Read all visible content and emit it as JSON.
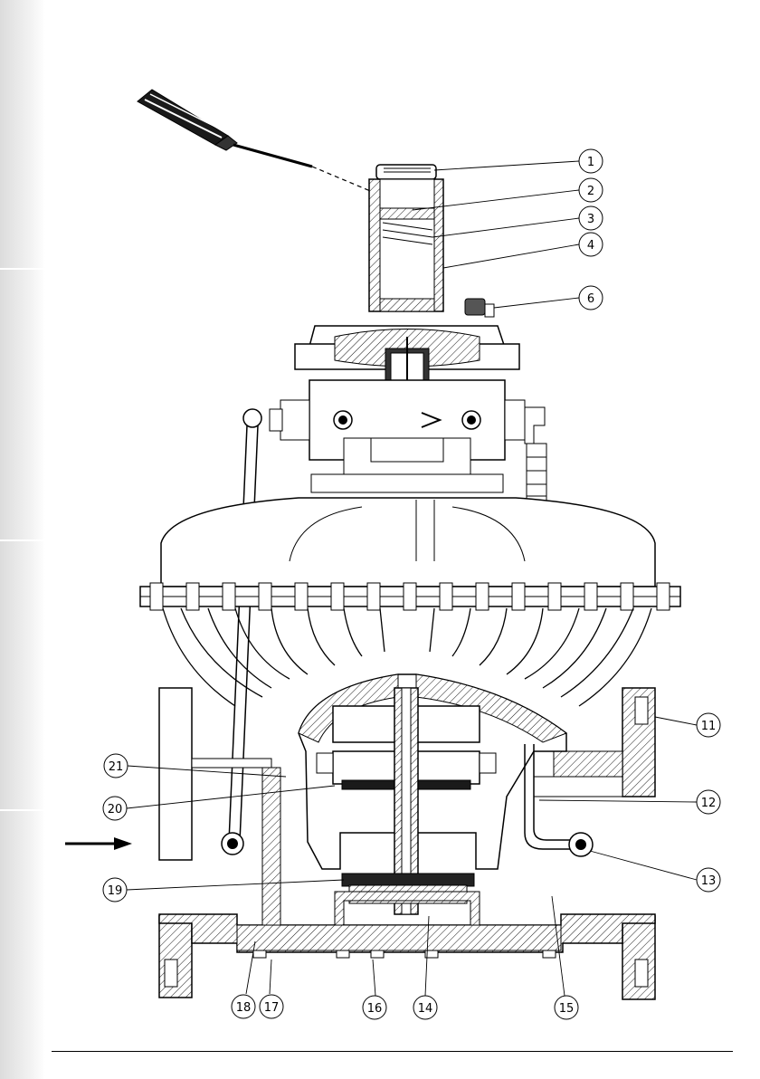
{
  "diagram": {
    "callouts": [
      {
        "id": "c1",
        "label": "1"
      },
      {
        "id": "c2",
        "label": "2"
      },
      {
        "id": "c3",
        "label": "3"
      },
      {
        "id": "c4",
        "label": "4"
      },
      {
        "id": "c6",
        "label": "6"
      },
      {
        "id": "c11",
        "label": "11"
      },
      {
        "id": "c12",
        "label": "12"
      },
      {
        "id": "c13",
        "label": "13"
      },
      {
        "id": "c21",
        "label": "21"
      },
      {
        "id": "c20",
        "label": "20"
      },
      {
        "id": "c19",
        "label": "19"
      },
      {
        "id": "c18",
        "label": "18"
      },
      {
        "id": "c17",
        "label": "17"
      },
      {
        "id": "c16",
        "label": "16"
      },
      {
        "id": "c14",
        "label": "14"
      },
      {
        "id": "c15",
        "label": "15"
      }
    ],
    "icons": {
      "tool": "screwdriver-icon",
      "flow": "flow-arrow-icon",
      "direction": "direction-chevron-icon"
    }
  }
}
